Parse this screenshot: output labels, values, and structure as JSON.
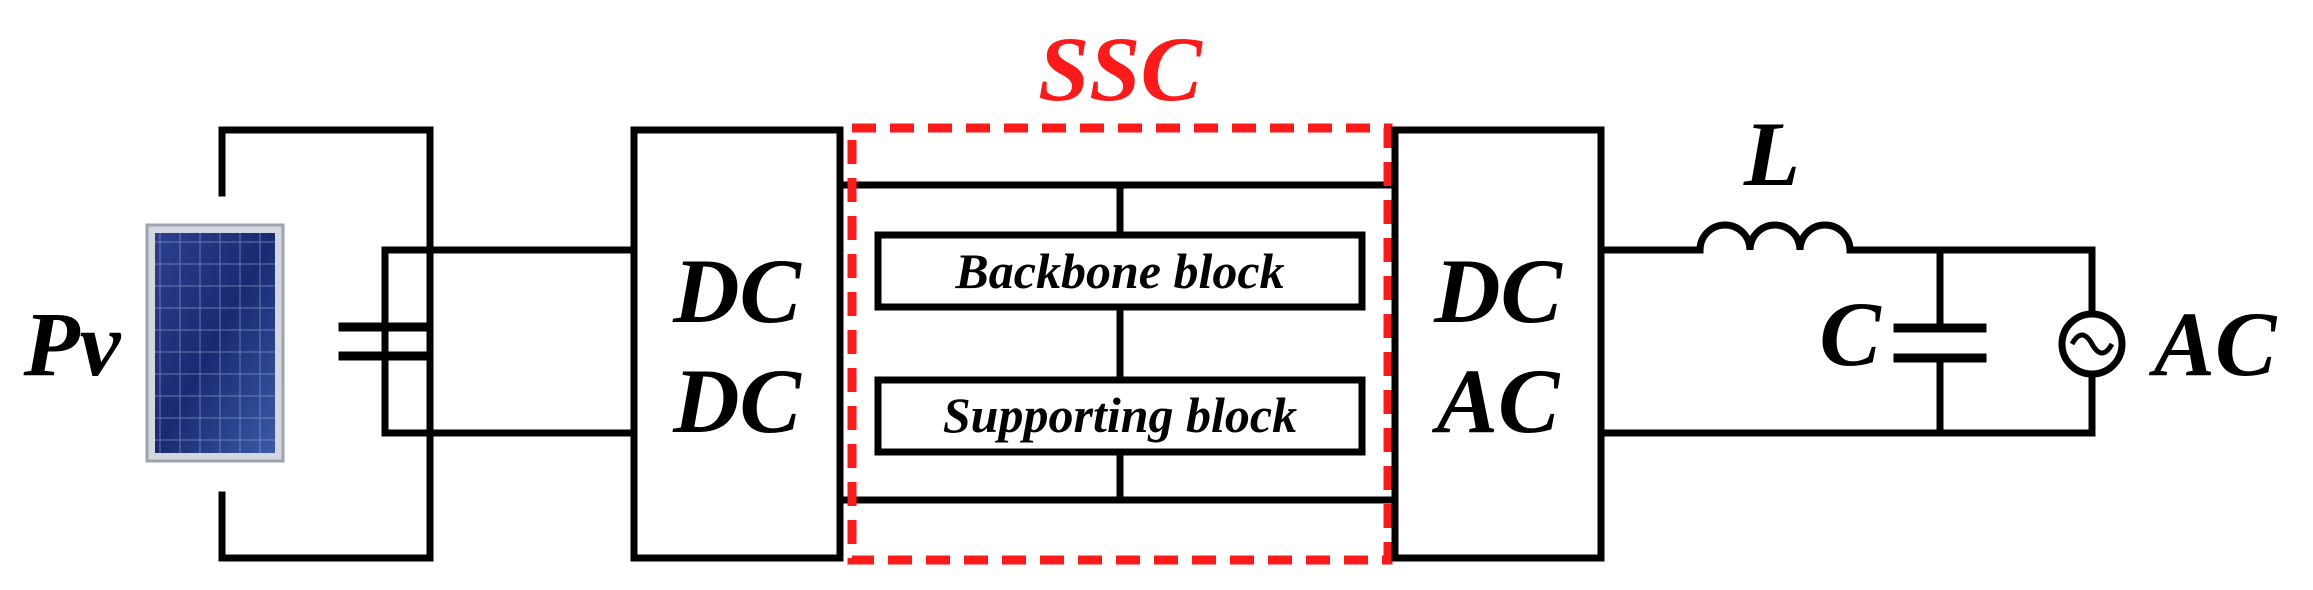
{
  "labels": {
    "ssc": "SSC",
    "pv": "Pv",
    "dcdc_top": "DC",
    "dcdc_bottom": "DC",
    "backbone": "Backbone block",
    "supporting": "Supporting block",
    "dcac_top": "DC",
    "dcac_bottom": "AC",
    "inductor": "L",
    "capacitor": "C",
    "ac_source": "AC"
  },
  "colors": {
    "wire": "#000000",
    "ssc_dashed": "#ff1a1a",
    "pv_frame": "#c9ced6",
    "pv_cell": "#1a2a72"
  },
  "icons": {
    "pv_panel": "solar-panel-icon",
    "capacitor": "capacitor-icon",
    "inductor": "inductor-icon",
    "ac_source": "ac-source-icon"
  }
}
